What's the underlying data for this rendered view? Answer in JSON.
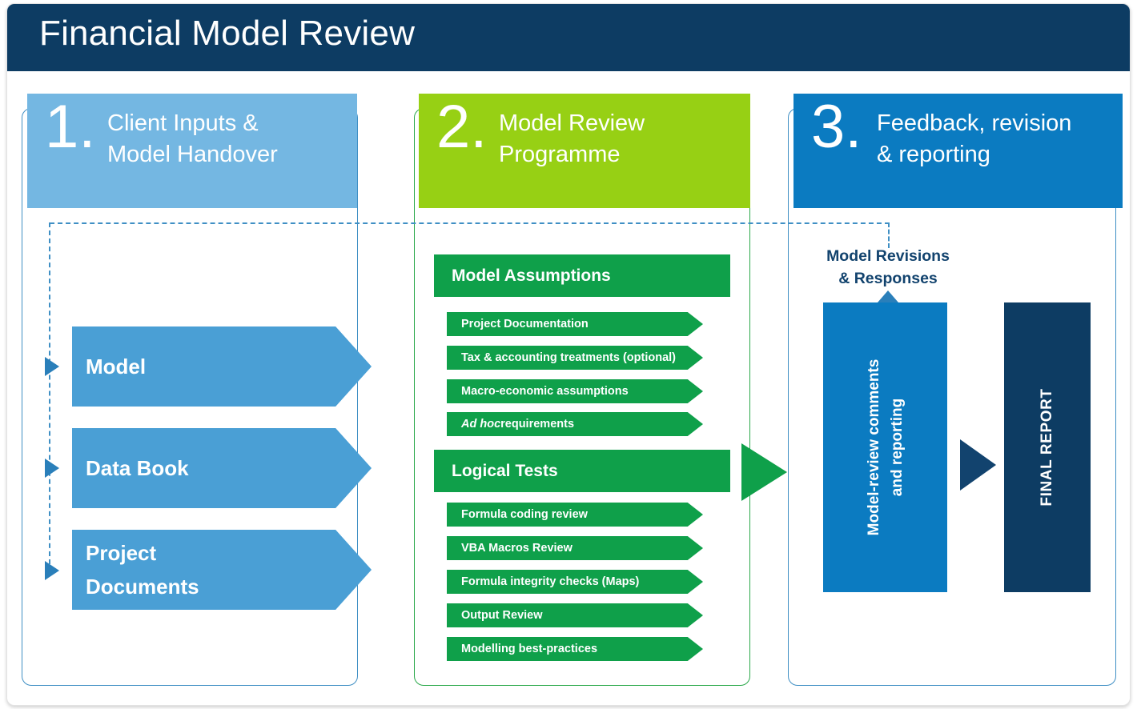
{
  "title": "Financial Model Review",
  "colors": {
    "title_bar": "#0d3c63",
    "col1_header": "#74b7e2",
    "col2_header": "#97d014",
    "col3_header": "#0b7bc1",
    "green_item": "#0fa04a",
    "blue_arrow": "#4a9fd5",
    "navy_box": "#0d3c63",
    "dashed_connector": "#3f8fc4",
    "dark_text": "#12436e"
  },
  "columns": [
    {
      "number": "1.",
      "label": "Client Inputs &\nModel Handover",
      "items": [
        {
          "label": "Model"
        },
        {
          "label": "Data Book"
        },
        {
          "label": "Project\nDocuments"
        }
      ]
    },
    {
      "number": "2.",
      "label": "Model Review\nProgramme",
      "sections": [
        {
          "heading": "Model Assumptions",
          "items": [
            {
              "label": "Project Documentation",
              "italic_prefix": ""
            },
            {
              "label": "Tax & accounting treatments (optional)",
              "italic_prefix": ""
            },
            {
              "label": "Macro-economic assumptions",
              "italic_prefix": ""
            },
            {
              "label": " requirements",
              "italic_prefix": "Ad hoc"
            }
          ]
        },
        {
          "heading": "Logical Tests",
          "items": [
            {
              "label": "Formula coding review",
              "italic_prefix": ""
            },
            {
              "label": "VBA Macros Review",
              "italic_prefix": ""
            },
            {
              "label": "Formula integrity checks (Maps)",
              "italic_prefix": ""
            },
            {
              "label": "Output Review",
              "italic_prefix": ""
            },
            {
              "label": "Modelling best-practices",
              "italic_prefix": ""
            }
          ]
        }
      ]
    },
    {
      "number": "3.",
      "label": "Feedback, revision\n& reporting",
      "revision_label": "Model Revisions\n& Responses",
      "comments_box": "Model-review comments\nand reporting",
      "final_report": "FINAL REPORT"
    }
  ]
}
